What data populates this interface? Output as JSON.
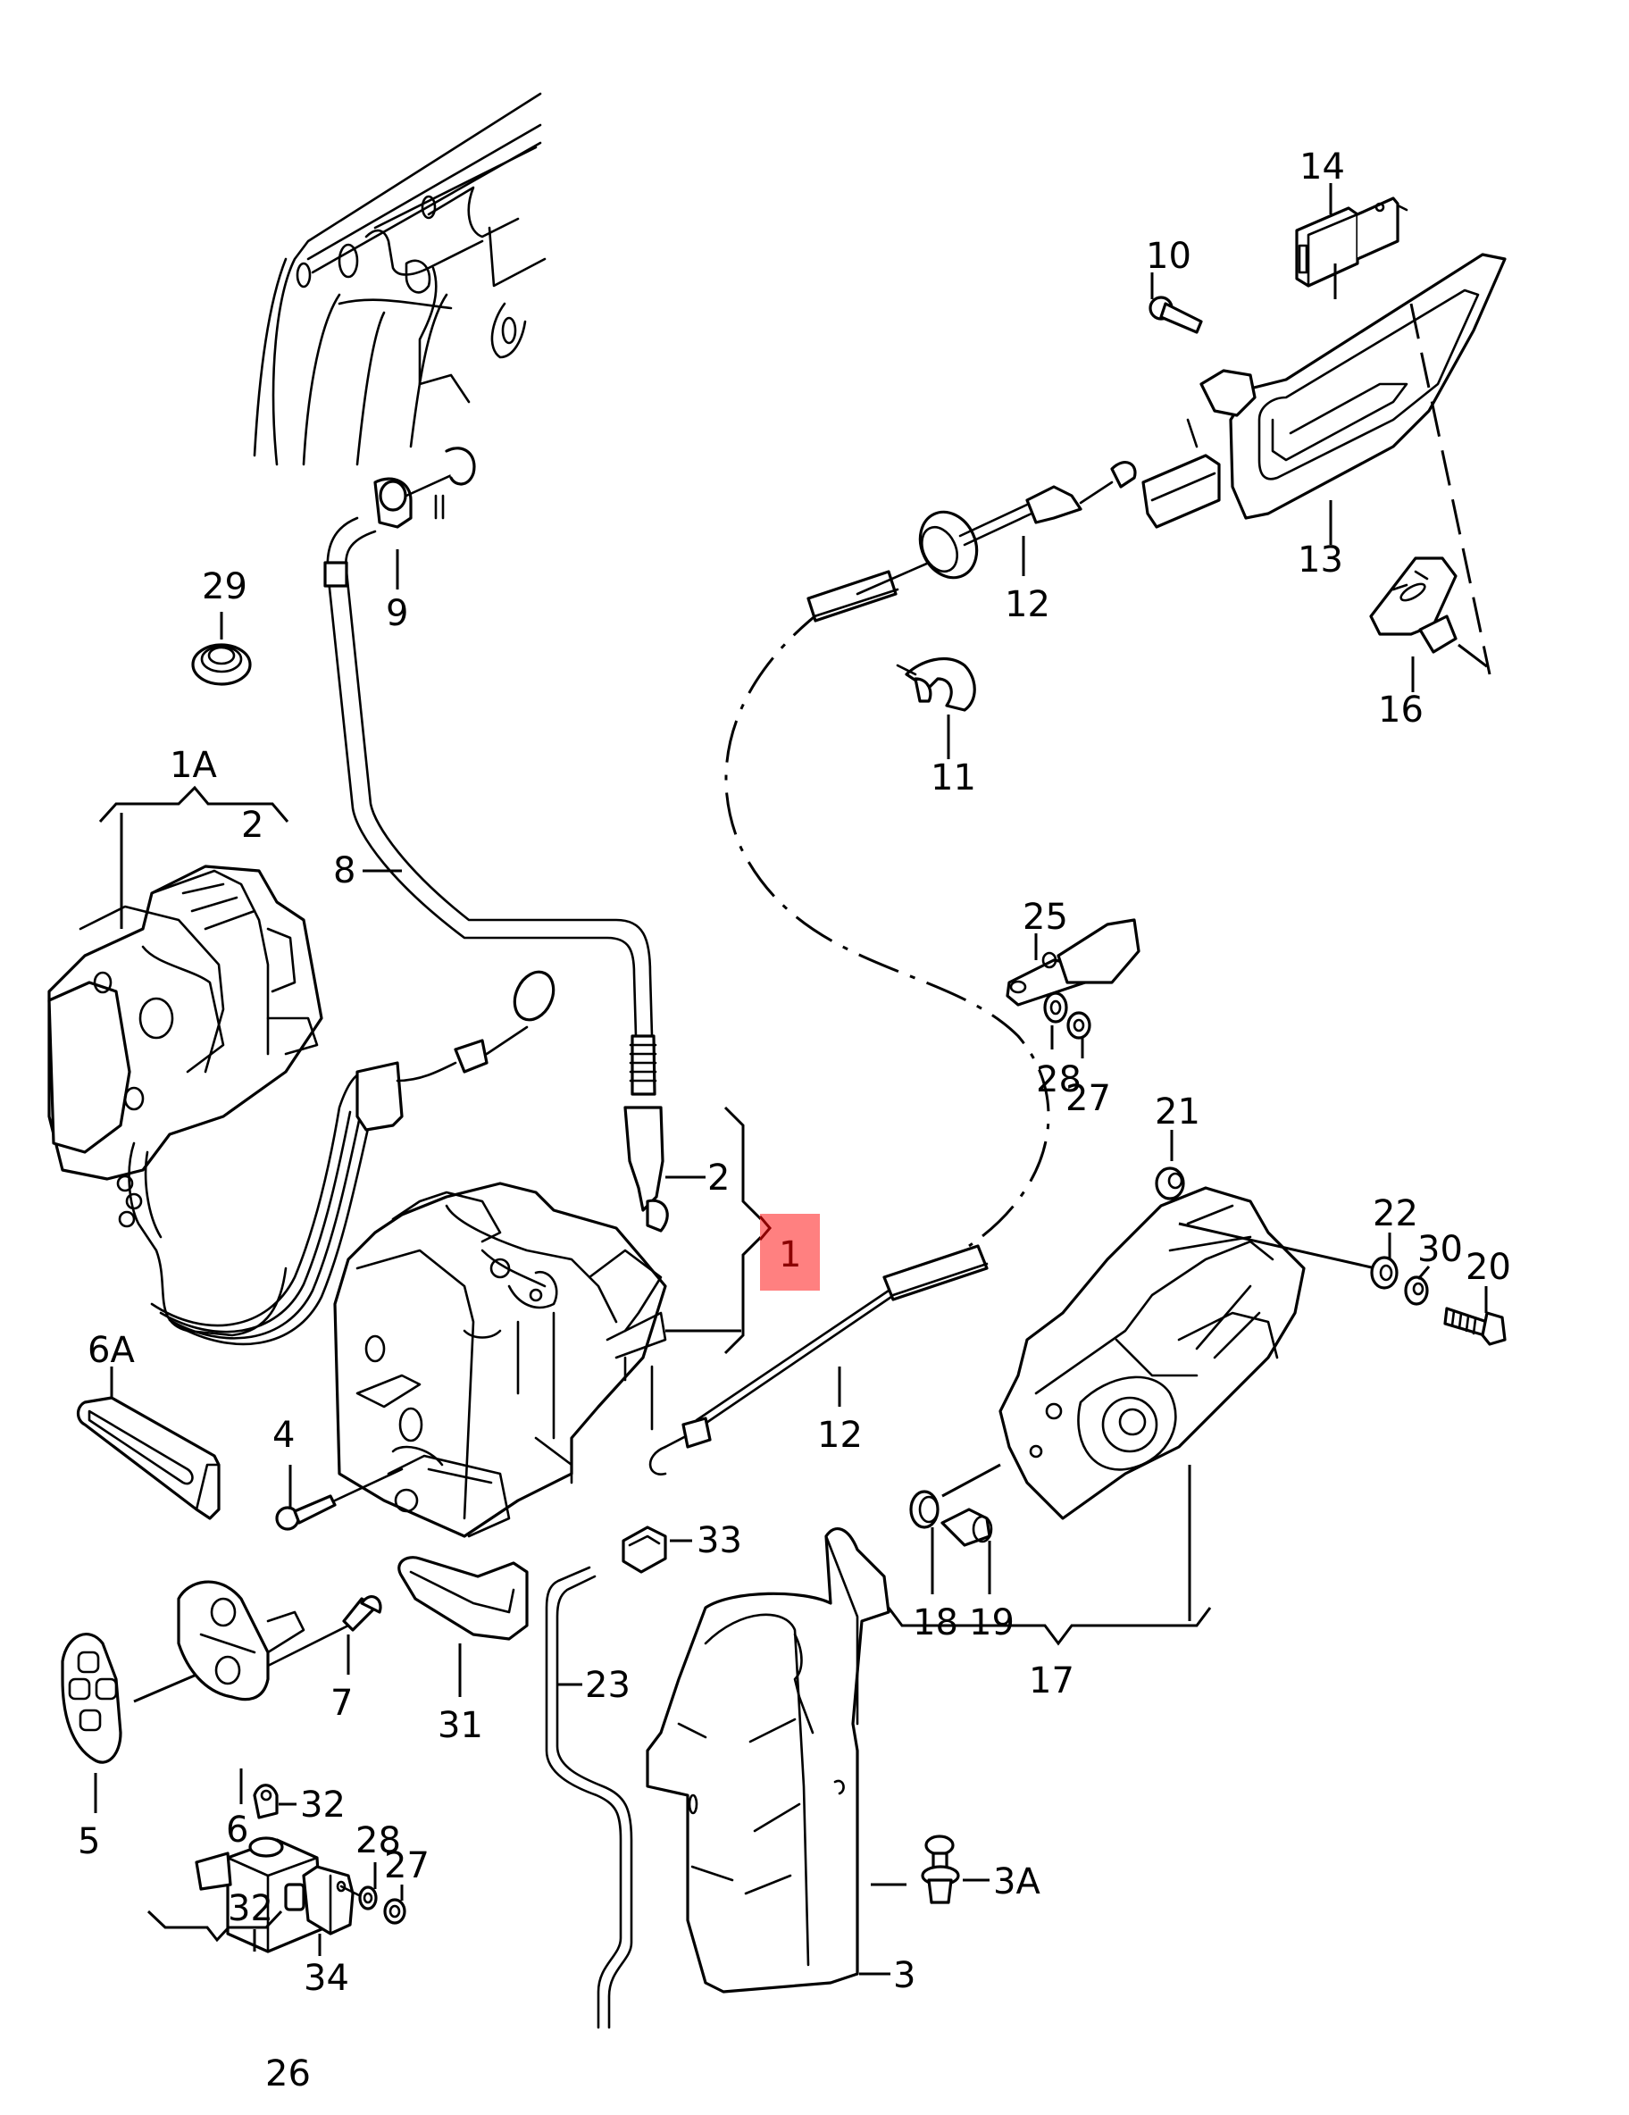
{
  "diagram": {
    "title": "Door lock assembly exploded parts view",
    "highlight_color": "#ff8080",
    "highlight_text_color": "#8b0000",
    "highlighted_callout": "1",
    "callouts": {
      "c14": "14",
      "c10": "10",
      "c13": "13",
      "c16": "16",
      "c12a": "12",
      "c11": "11",
      "c29": "29",
      "c9": "9",
      "c1A": "1A",
      "c2a": "2",
      "c8": "8",
      "c25": "25",
      "c28a": "28",
      "c27a": "27",
      "c2b": "2",
      "c1": "1",
      "c21": "21",
      "c22": "22",
      "c30": "30",
      "c20": "20",
      "c6A": "6A",
      "c4": "4",
      "c12b": "12",
      "c33": "33",
      "c18": "18",
      "c19": "19",
      "c17": "17",
      "c23": "23",
      "c7": "7",
      "c31": "31",
      "c5": "5",
      "c6": "6",
      "c32a": "32",
      "c28b": "28",
      "c27b": "27",
      "c3A": "3A",
      "c3": "3",
      "c32b": "32",
      "c34": "34",
      "c26": "26"
    }
  }
}
